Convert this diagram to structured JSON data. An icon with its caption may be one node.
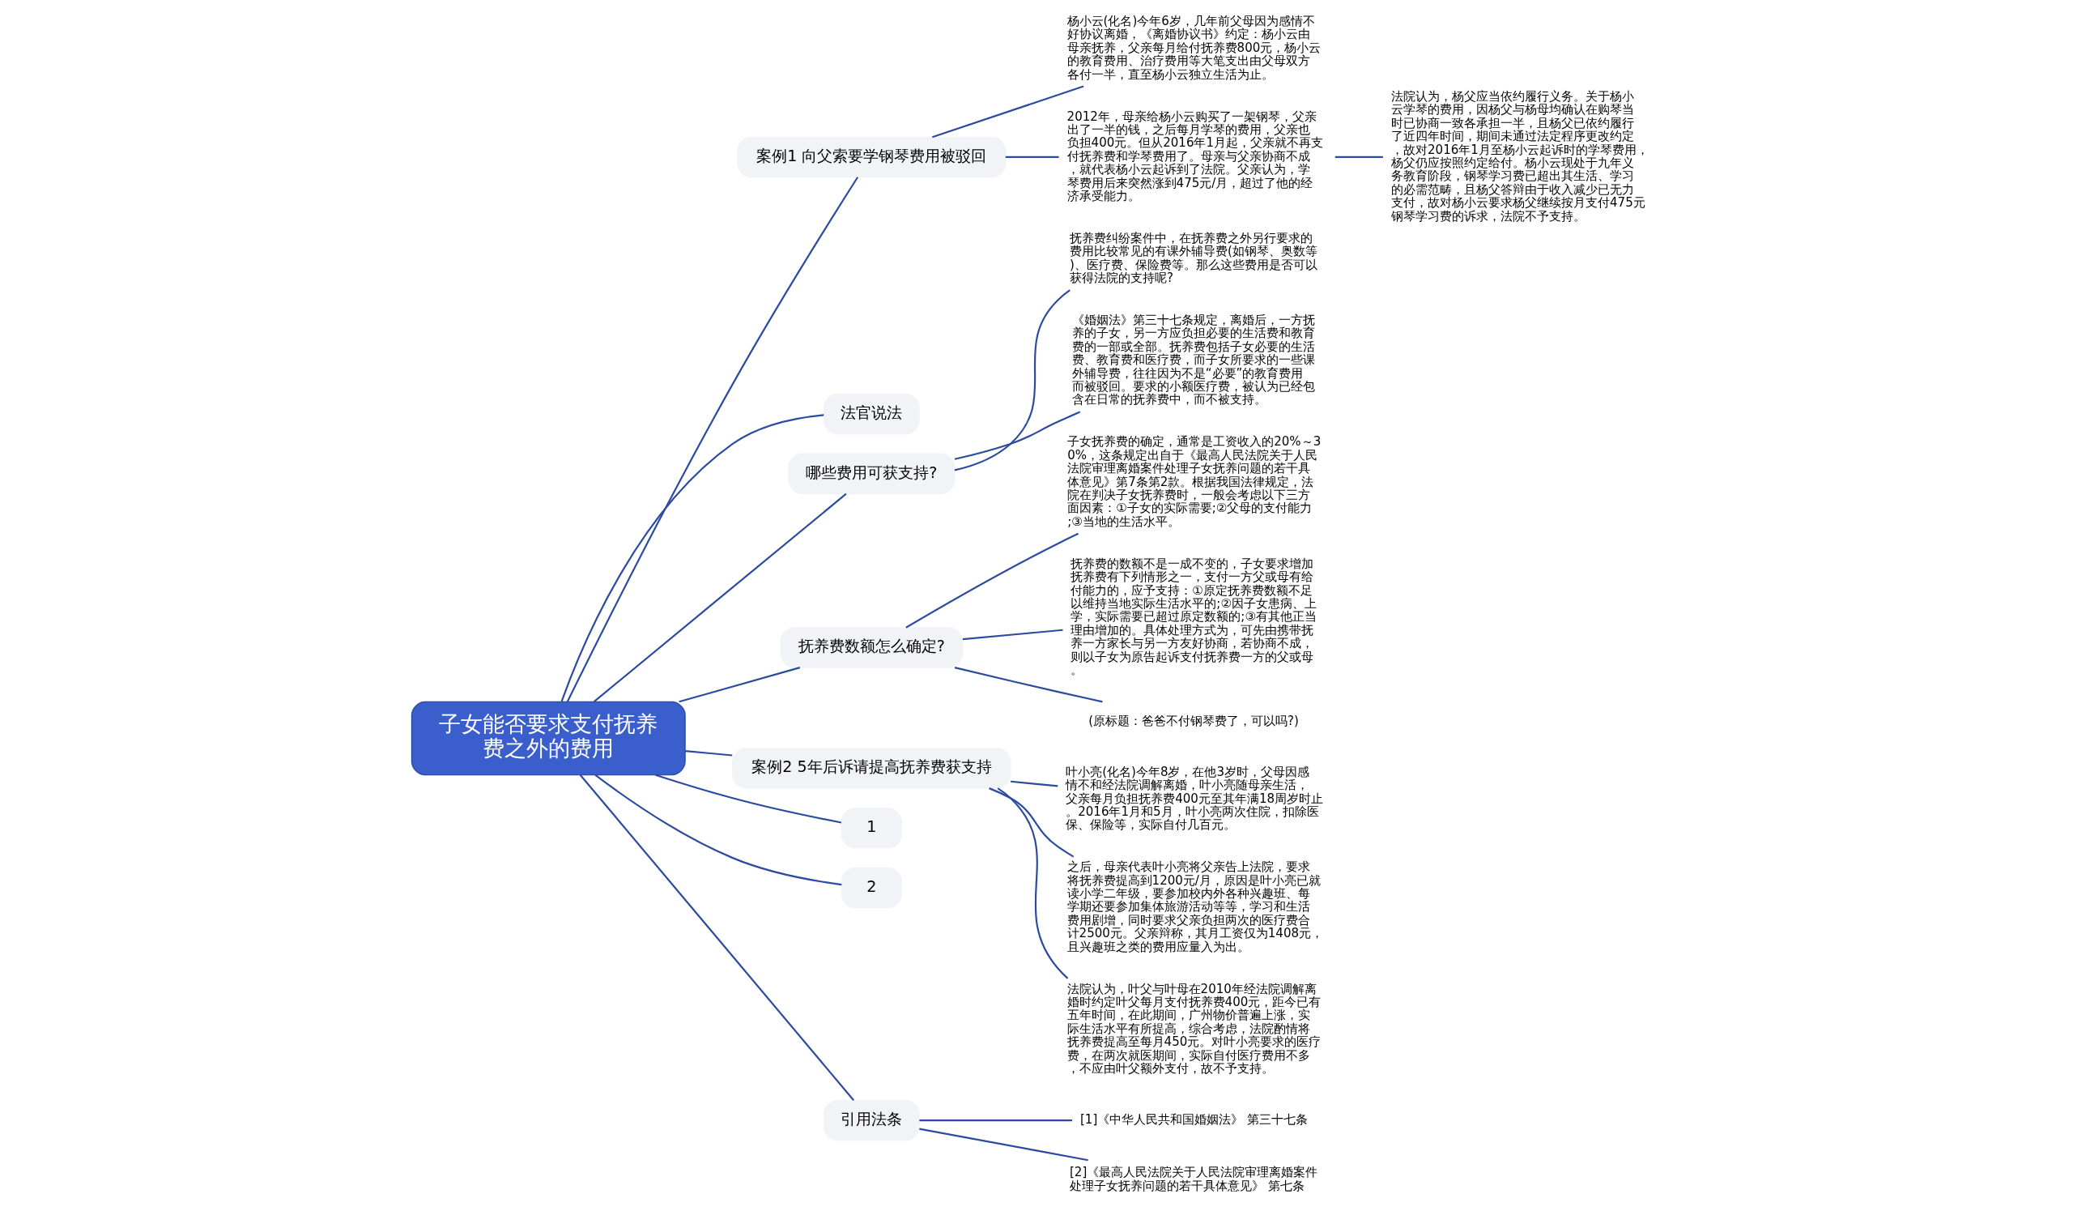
{
  "diagram": {
    "nodes": [
      {
        "text": [
          "子女能否要求支付抚养费之外的费用"
        ]
      },
      {
        "text": [
          "案例1 向父索要学钢琴费用被驳回"
        ]
      },
      {
        "text": [
          "杨小云(化名)今年6岁，几年前父母因为感情不好协议离婚，《离婚协议书》约定：杨小云由母亲抚养，父亲每月给付抚养费800元，杨小云的教育费用、治疗费用等大笔支出由父母双方各付一半，直至杨小云独立生活为止。"
        ]
      },
      {
        "text": [
          "2012年，母亲给杨小云购买了一架钢琴，父亲出了一半的钱，之后每月学琴的费用，父亲也负担400元。但从2016年1月起，父亲就不再支付抚养费和学琴费用了。母亲与父亲协商不成，就代表杨小云起诉到了法院。父亲认为，学琴费用后来突然涨到475元/月，超过了他的经济承受能力。"
        ]
      },
      {
        "text": [
          "法院认为，杨父应当依约履行义务。关于杨小云学琴的费用，因杨父与杨母均确认在购琴当时已协商一致各承担一半，且杨父已依约履行了近四年时间，期间未通过法定程序更改约定，故对2016年1月至杨小云起诉时的学琴费用，杨父仍应按照约定给付。杨小云现处于九年义务教育阶段，钢琴学习费已超出其生活、学习的必需范畴，且杨父答辩由于收入减少已无力支付，故对杨小云要求杨父继续按月支付475元钢琴学习费的诉求，法院不予支持。"
        ]
      },
      {
        "text": [
          "法官说法"
        ]
      },
      {
        "text": [
          "哪些费用可获支持?"
        ]
      },
      {
        "text": [
          "抚养费纠纷案件中，在抚养费之外另行要求的费用比较常见的有课外辅导费(如钢琴、奥数等)、医疗费、保险费等。那么这些费用是否可以获得法院的支持呢?"
        ]
      },
      {
        "text": [
          "《婚姻法》第三十七条规定，离婚后，一方抚养的子女，另一方应负担必要的生活费和教育费的一部或全部。抚养费包括子女必要的生活费、教育费和医疗费，而子女所要求的一些课外辅导费，往往因为不是“必要”的教育费用而被驳回。要求的小额医疗费，被认为已经包含在日常的抚养费中，而不被支持。"
        ]
      },
      {
        "text": [
          "抚养费数额怎么确定?"
        ]
      },
      {
        "text": [
          "子女抚养费的确定，通常是工资收入的20%～30%，这条规定出自于《最高人民法院关于人民法院审理离婚案件处理子女抚养问题的若干具体意见》第7条第2款。根据我国法律规定，法院在判决子女抚养费时，一般会考虑以下三方面因素：①子女的实际需要;②父母的支付能力;③当地的生活水平。"
        ]
      },
      {
        "text": [
          "抚养费的数额不是一成不变的，子女要求增加抚养费有下列情形之一，支付一方父或母有给付能力的，应予支持：①原定抚养费数额不足以维持当地实际生活水平的;②因子女患病、上学，实际需要已超过原定数额的;③有其他正当理由增加的。具体处理方式为，可先由携带抚养一方家长与另一方友好协商，若协商不成，则以子女为原告起诉支付抚养费一方的父或母。"
        ]
      },
      {
        "text": [
          "(原标题：爸爸不付钢琴费了，可以吗?)"
        ]
      },
      {
        "text": [
          "案例2 5年后诉请提高抚养费获支持"
        ]
      },
      {
        "text": [
          "叶小亮(化名)今年8岁，在他3岁时，父母因感情不和经法院调解离婚，叶小亮随母亲生活，父亲每月负担抚养费400元至其年满18周岁时止。2016年1月和5月，叶小亮两次住院，扣除医保、保险等，实际自付几百元。"
        ]
      },
      {
        "text": [
          "之后，母亲代表叶小亮将父亲告上法院，要求将抚养费提高到1200元/月，原因是叶小亮已就读小学二年级，要参加校内外各种兴趣班、每学期还要参加集体旅游活动等等，学习和生活费用剧增，同时要求父亲负担两次的医疗费合计2500元。父亲辩称，其月工资仅为1408元，且兴趣班之类的费用应量入为出。"
        ]
      },
      {
        "text": [
          "法院认为，叶父与叶母在2010年经法院调解离婚时约定叶父每月支付抚养费400元，距今已有五年时间，在此期间，广州物价普遍上涨，实际生活水平有所提高，综合考虑，法院酌情将抚养费提高至每月450元。对叶小亮要求的医疗费，在两次就医期间，实际自付医疗费用不多，不应由叶父额外支付，故不予支持。"
        ]
      },
      {
        "text": [
          "1"
        ]
      },
      {
        "text": [
          "2"
        ]
      },
      {
        "text": [
          "引用法条"
        ]
      },
      {
        "text": [
          "[1]《中华人民共和国婚姻法》 第三十七条"
        ]
      },
      {
        "text": [
          "[2]《最高人民法院关于人民法院审理离婚案件处理子女抚养问题的若干具体意见》 第七条"
        ]
      }
    ],
    "edges": [
      {
        "from": 0,
        "to": 1,
        "arrow": "none"
      },
      {
        "from": 1,
        "to": 2,
        "arrow": "none"
      },
      {
        "from": 1,
        "to": 3,
        "arrow": "none"
      },
      {
        "from": 3,
        "to": 4,
        "arrow": "none"
      },
      {
        "from": 0,
        "to": 5,
        "arrow": "none"
      },
      {
        "from": 0,
        "to": 6,
        "arrow": "none"
      },
      {
        "from": 6,
        "to": 7,
        "arrow": "none"
      },
      {
        "from": 6,
        "to": 8,
        "arrow": "none"
      },
      {
        "from": 0,
        "to": 9,
        "arrow": "none"
      },
      {
        "from": 9,
        "to": 10,
        "arrow": "none"
      },
      {
        "from": 9,
        "to": 11,
        "arrow": "none"
      },
      {
        "from": 9,
        "to": 12,
        "arrow": "none"
      },
      {
        "from": 0,
        "to": 13,
        "arrow": "none"
      },
      {
        "from": 13,
        "to": 14,
        "arrow": "none"
      },
      {
        "from": 13,
        "to": 15,
        "arrow": "none"
      },
      {
        "from": 13,
        "to": 16,
        "arrow": "none"
      },
      {
        "from": 0,
        "to": 17,
        "arrow": "none"
      },
      {
        "from": 0,
        "to": 18,
        "arrow": "none"
      },
      {
        "from": 0,
        "to": 19,
        "arrow": "none"
      },
      {
        "from": 19,
        "to": 20,
        "arrow": "none"
      },
      {
        "from": 19,
        "to": 21,
        "arrow": "none"
      }
    ]
  }
}
